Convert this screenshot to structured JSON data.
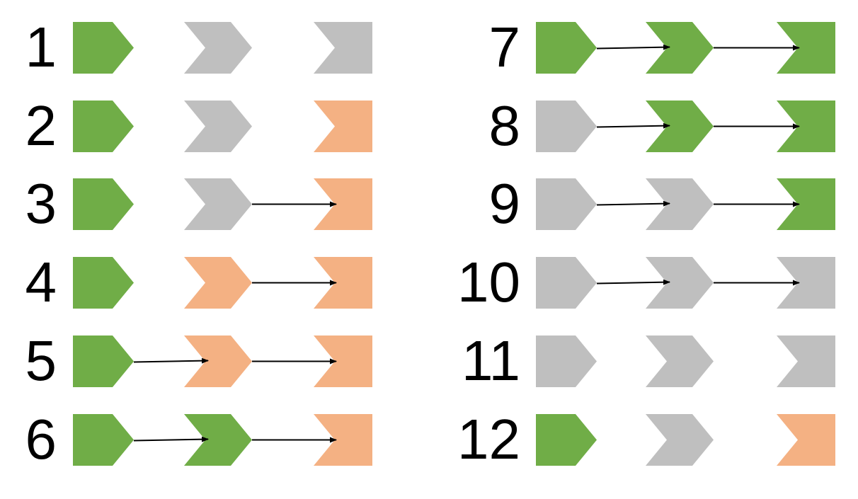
{
  "colors": {
    "green": "#70AD47",
    "grey": "#BFBFBF",
    "orange": "#F4B183",
    "arrow": "#000000"
  },
  "rows": [
    {
      "label": "1",
      "shapes": [
        "green",
        "grey",
        "grey"
      ],
      "arrows": [
        false,
        false
      ]
    },
    {
      "label": "2",
      "shapes": [
        "green",
        "grey",
        "orange"
      ],
      "arrows": [
        false,
        false
      ]
    },
    {
      "label": "3",
      "shapes": [
        "green",
        "grey",
        "orange"
      ],
      "arrows": [
        false,
        true
      ]
    },
    {
      "label": "4",
      "shapes": [
        "green",
        "orange",
        "orange"
      ],
      "arrows": [
        false,
        true
      ]
    },
    {
      "label": "5",
      "shapes": [
        "green",
        "orange",
        "orange"
      ],
      "arrows": [
        true,
        true
      ]
    },
    {
      "label": "6",
      "shapes": [
        "green",
        "green",
        "orange"
      ],
      "arrows": [
        true,
        true
      ]
    },
    {
      "label": "7",
      "shapes": [
        "green",
        "green",
        "green"
      ],
      "arrows": [
        true,
        true
      ]
    },
    {
      "label": "8",
      "shapes": [
        "grey",
        "green",
        "green"
      ],
      "arrows": [
        true,
        true
      ]
    },
    {
      "label": "9",
      "shapes": [
        "grey",
        "grey",
        "green"
      ],
      "arrows": [
        true,
        true
      ]
    },
    {
      "label": "10",
      "shapes": [
        "grey",
        "grey",
        "grey"
      ],
      "arrows": [
        true,
        true
      ]
    },
    {
      "label": "11",
      "shapes": [
        "grey",
        "grey",
        "grey"
      ],
      "arrows": [
        false,
        false
      ]
    },
    {
      "label": "12",
      "shapes": [
        "green",
        "grey",
        "orange"
      ],
      "arrows": [
        false,
        false
      ]
    }
  ]
}
